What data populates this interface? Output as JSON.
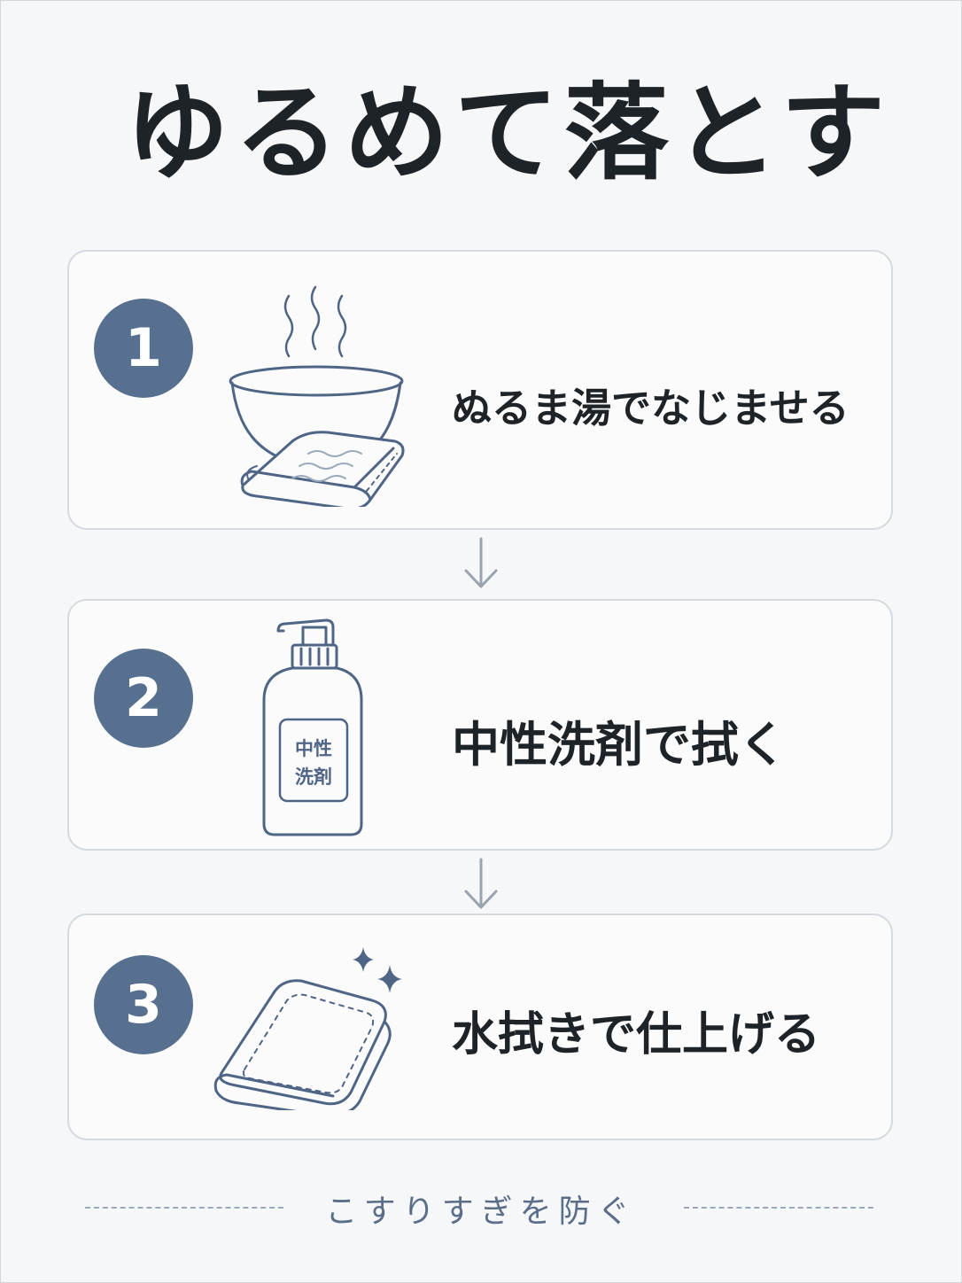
{
  "title": "ゆるめて落とす",
  "steps": [
    {
      "number": "1",
      "text": "ぬるま湯でなじませる"
    },
    {
      "number": "2",
      "text": "中性洗剤で拭く"
    },
    {
      "number": "3",
      "text": "水拭きで仕上げる"
    }
  ],
  "bottle_label": {
    "line1": "中性",
    "line2": "洗剤"
  },
  "footer": "こすりすぎを防ぐ",
  "colors": {
    "accent": "#58708f",
    "line": "#4f6585",
    "text": "#1e2328",
    "card_border": "#d5d9e0",
    "background": "#f6f7f9"
  },
  "icons": [
    "steaming-bowl-icon",
    "folded-towel-icon",
    "detergent-bottle-icon",
    "sparkle-icon",
    "arrow-down-icon"
  ]
}
